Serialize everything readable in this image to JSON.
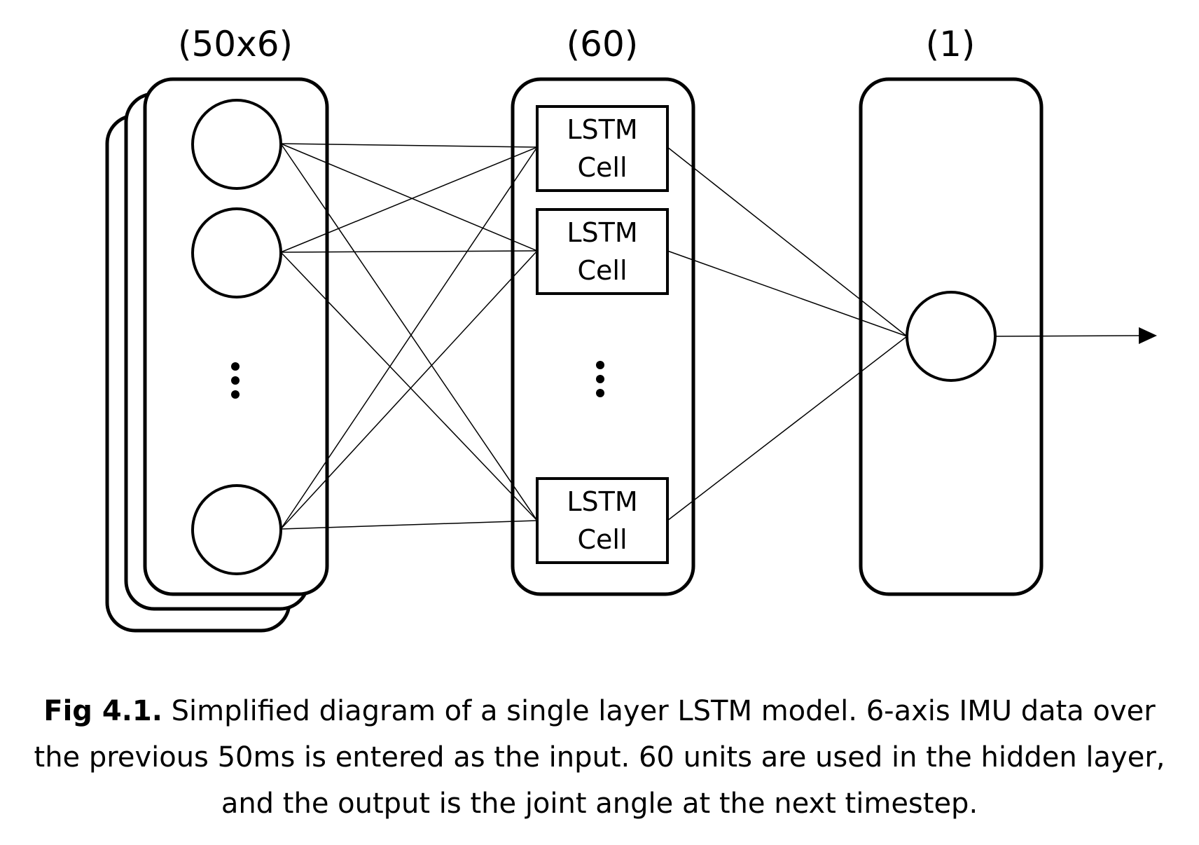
{
  "diagram": {
    "input_layer": {
      "label": "(50x6)",
      "continuation_dots": "⋮"
    },
    "hidden_layer": {
      "label": "(60)",
      "cells": [
        {
          "line1": "LSTM",
          "line2": "Cell"
        },
        {
          "line1": "LSTM",
          "line2": "Cell"
        },
        {
          "line1": "LSTM",
          "line2": "Cell"
        }
      ]
    },
    "output_layer": {
      "label": "(1)"
    }
  },
  "caption": {
    "prefix": "Fig 4.1.",
    "text": " Simplified diagram of a single layer LSTM model. 6-axis IMU data over the previous 50ms is entered as the input. 60 units are used in the hidden layer, and the output is the joint angle at the next timestep."
  }
}
